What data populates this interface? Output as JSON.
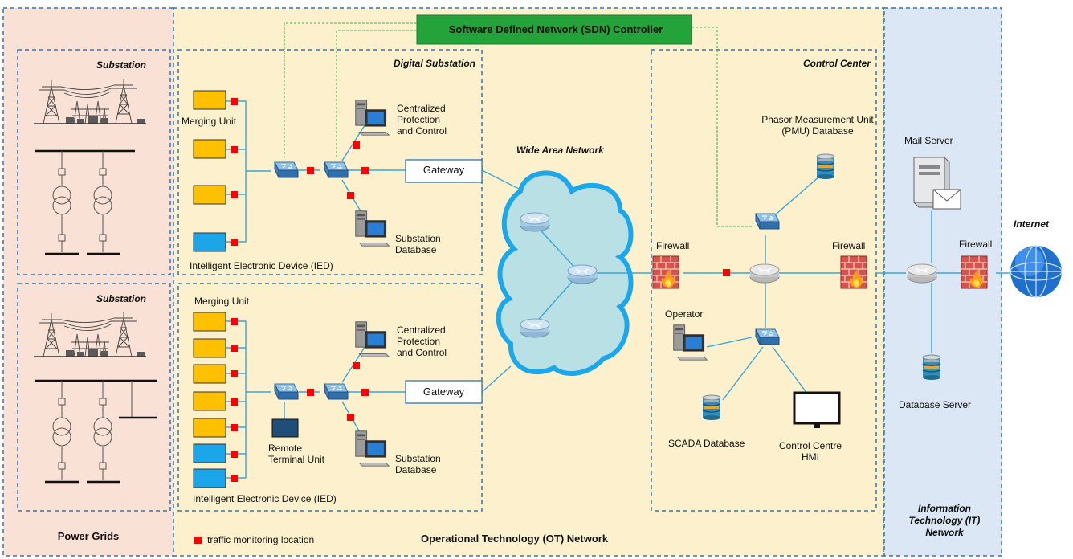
{
  "colors": {
    "power_grid_bg": "#f9e1d5",
    "ot_bg": "#fdf1cd",
    "it_bg": "#dbe7f4",
    "dash_border": "#2e75b6",
    "sdn_green": "#23a33a",
    "sdn_dash": "#4caf50",
    "link_blue": "#39a6d9",
    "cloud_fill": "#b9e1e5",
    "cloud_stroke": "#1aa7ec",
    "merging_unit": "#ffc000",
    "ied": "#1aa6e8",
    "rtu": "#1f4e79",
    "monitor_red": "#ff0000"
  },
  "regions": {
    "power_grids": "Power Grids",
    "ot_network": "Operational Technology (OT) Network",
    "it_network": "Information Technology (IT) Network"
  },
  "sdn_controller": "Software Defined Network  (SDN) Controller",
  "substations": {
    "title": "Substation"
  },
  "digital_substation": {
    "title": "Digital Substation",
    "merging_unit": "Merging Unit",
    "ied": "Intelligent Electronic Device (IED)",
    "centralized": "Centralized Protection and Control",
    "gateway": "Gateway",
    "database": "Substation Database"
  },
  "lower_substation": {
    "merging_unit": "Merging Unit",
    "ied": "Intelligent Electronic Device (IED)",
    "rtu": "Remote Terminal Unit",
    "centralized": "Centralized Protection and Control",
    "gateway": "Gateway",
    "database": "Substation Database"
  },
  "wan": "Wide Area Network",
  "control_center": {
    "title": "Control Center",
    "pmu": "Phasor Measurement Unit (PMU) Database",
    "firewall_left": "Firewall",
    "firewall_right": "Firewall",
    "operator": "Operator",
    "scada": "SCADA Database",
    "hmi": "Control Centre HMI"
  },
  "it": {
    "mail_server": "Mail Server",
    "firewall": "Firewall",
    "internet": "Internet",
    "database_server": "Database Server"
  },
  "legend": {
    "traffic": "traffic monitoring location"
  }
}
